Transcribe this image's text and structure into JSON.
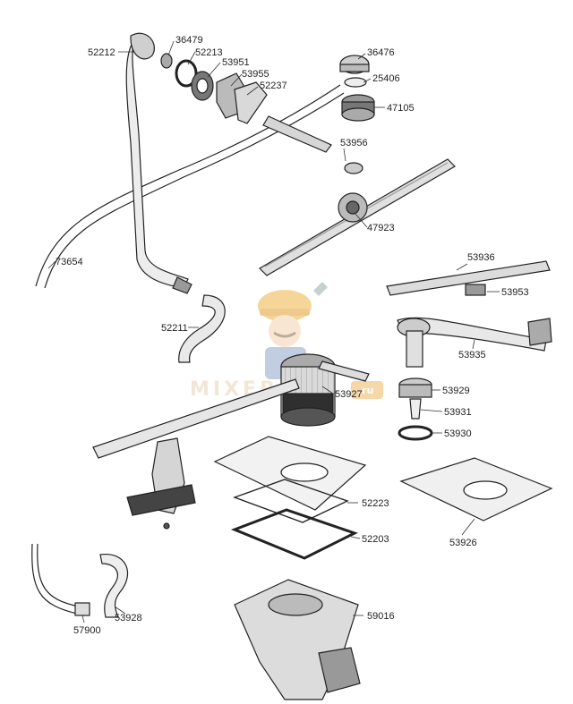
{
  "parts": [
    {
      "id": "p52212",
      "number": "52212",
      "name": "part-label-52212"
    },
    {
      "id": "p36479",
      "number": "36479",
      "name": "part-label-36479"
    },
    {
      "id": "p52213",
      "number": "52213",
      "name": "part-label-52213"
    },
    {
      "id": "p53951",
      "number": "53951",
      "name": "part-label-53951"
    },
    {
      "id": "p53955",
      "number": "53955",
      "name": "part-label-53955"
    },
    {
      "id": "p52237",
      "number": "52237",
      "name": "part-label-52237"
    },
    {
      "id": "p36476",
      "number": "36476",
      "name": "part-label-36476"
    },
    {
      "id": "p25406",
      "number": "25406",
      "name": "part-label-25406"
    },
    {
      "id": "p47105",
      "number": "47105",
      "name": "part-label-47105"
    },
    {
      "id": "p53956",
      "number": "53956",
      "name": "part-label-53956"
    },
    {
      "id": "p47923",
      "number": "47923",
      "name": "part-label-47923"
    },
    {
      "id": "p73654",
      "number": "73654",
      "name": "part-label-73654"
    },
    {
      "id": "p53936",
      "number": "53936",
      "name": "part-label-53936"
    },
    {
      "id": "p53953",
      "number": "53953",
      "name": "part-label-53953"
    },
    {
      "id": "p52211",
      "number": "52211",
      "name": "part-label-52211"
    },
    {
      "id": "p53935",
      "number": "53935",
      "name": "part-label-53935"
    },
    {
      "id": "p53927",
      "number": "53927",
      "name": "part-label-53927"
    },
    {
      "id": "p53929",
      "number": "53929",
      "name": "part-label-53929"
    },
    {
      "id": "p53931",
      "number": "53931",
      "name": "part-label-53931"
    },
    {
      "id": "p53930",
      "number": "53930",
      "name": "part-label-53930"
    },
    {
      "id": "p52223",
      "number": "52223",
      "name": "part-label-52223"
    },
    {
      "id": "p52203",
      "number": "52203",
      "name": "part-label-52203"
    },
    {
      "id": "p53926",
      "number": "53926",
      "name": "part-label-53926"
    },
    {
      "id": "p59016",
      "number": "59016",
      "name": "part-label-59016"
    },
    {
      "id": "p53928",
      "number": "53928",
      "name": "part-label-53928"
    },
    {
      "id": "p57900",
      "number": "57900",
      "name": "part-label-57900"
    }
  ],
  "watermark": {
    "text": "MIXER",
    "suffix": ".ru"
  },
  "colors": {
    "line": "#222222",
    "fill_light": "#e6e6e6",
    "fill_mid": "#b5b5b5",
    "fill_dark": "#3a3a3a",
    "watermark": "#d7b98f",
    "watermark_badge": "#e8a23a"
  }
}
